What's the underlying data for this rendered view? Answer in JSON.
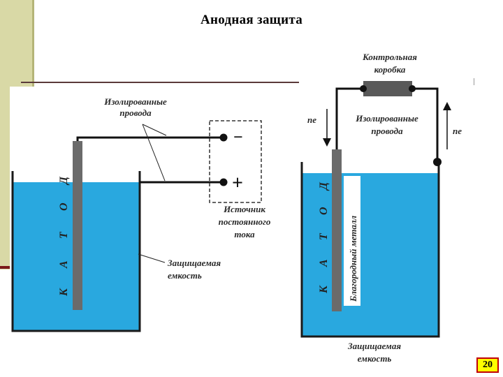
{
  "slide": {
    "title": "Анодная защита",
    "page_number": "20"
  },
  "left_diagram": {
    "insulated_wires_line1": "Изолированные",
    "insulated_wires_line2": "провода",
    "source_line1": "Источник",
    "source_line2": "постоянного",
    "source_line3": "тока",
    "minus_sign": "−",
    "plus_sign": "+",
    "vessel_line1": "Защищаемая",
    "vessel_line2": "емкость",
    "cathode_letters": [
      "К",
      "А",
      "Т",
      "О",
      "Д"
    ]
  },
  "right_diagram": {
    "control_box_line1": "Контрольная",
    "control_box_line2": "коробка",
    "insulated_wires_line1": "Изолированные",
    "insulated_wires_line2": "провода",
    "arrow_left_label": "ne",
    "arrow_right_label": "ne",
    "noble_metal": "Благородный металл",
    "cathode_letters": [
      "К",
      "А",
      "Т",
      "О",
      "Д"
    ],
    "vessel_line1": "Защищаемая",
    "vessel_line2": "емкость"
  },
  "colors": {
    "water": "#29a8df",
    "electrode": "#6b6b6b",
    "control_box": "#595959",
    "sidebar": "#d9d9a6"
  }
}
